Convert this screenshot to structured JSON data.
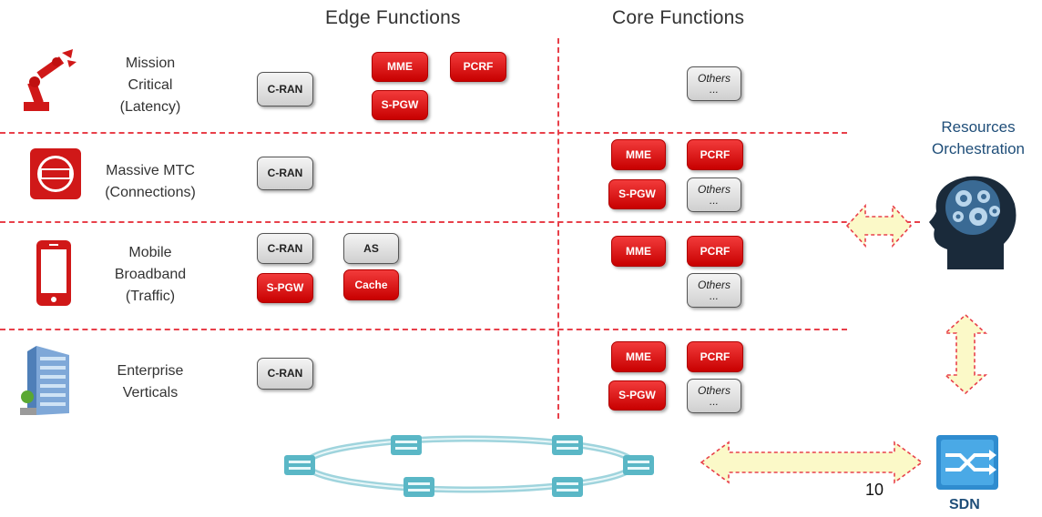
{
  "headers": {
    "edge": "Edge Functions",
    "core": "Core Functions"
  },
  "rows": [
    {
      "label_lines": [
        "Mission",
        "Critical",
        "(Latency)"
      ]
    },
    {
      "label_lines": [
        "Massive MTC",
        "(Connections)"
      ]
    },
    {
      "label_lines": [
        "Mobile",
        "Broadband",
        "(Traffic)"
      ]
    },
    {
      "label_lines": [
        "Enterprise",
        "Verticals"
      ]
    }
  ],
  "functions": {
    "cran": "C-RAN",
    "mme": "MME",
    "pcrf": "PCRF",
    "spgw": "S-PGW",
    "as": "AS",
    "cache": "Cache",
    "others": "Others",
    "ellipsis": "..."
  },
  "orchestration": {
    "lines": [
      "Resources",
      "Orchestration"
    ]
  },
  "sdn_label": "SDN",
  "page_number": "10",
  "colors": {
    "red_function": "#e01010",
    "divider": "#e8404a",
    "arrow_fill": "#fbf9c8",
    "arrow_border": "#e8404a",
    "orchestration_text": "#1f4e79"
  }
}
